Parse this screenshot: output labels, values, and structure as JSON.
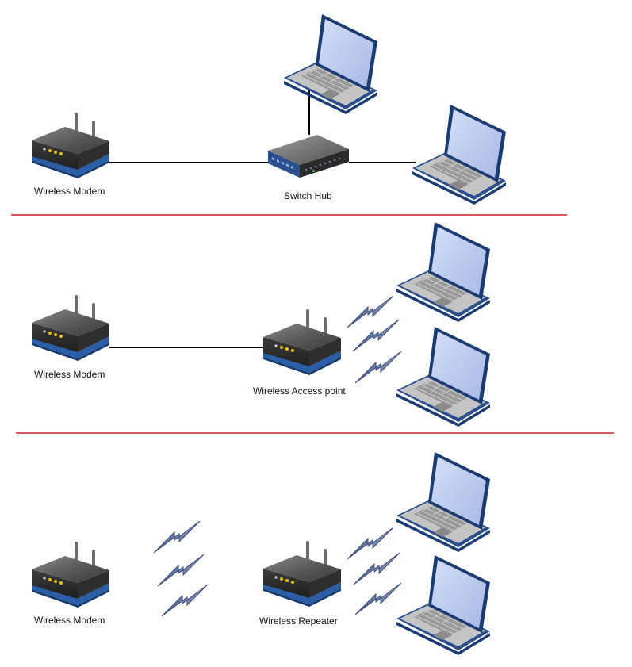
{
  "sections": [
    {
      "modem_label": "Wireless Modem",
      "hub_label": "Switch Hub"
    },
    {
      "modem_label": "Wireless Modem",
      "access_point_label": "Wireless Access point"
    },
    {
      "modem_label": "Wireless Modem",
      "repeater_label": "Wireless Repeater"
    }
  ],
  "colors": {
    "divider": "#cc2229",
    "device_body": "#4a4a4a",
    "device_stripe": "#2a5fa8",
    "laptop_screen": "#b7c6ee",
    "laptop_frame": "#1b3c73",
    "wireless_signal": "#3d4f7a"
  }
}
